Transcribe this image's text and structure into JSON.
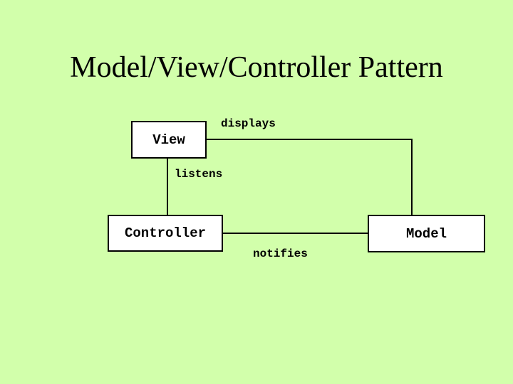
{
  "slide": {
    "title": "Model/View/Controller Pattern",
    "background_color": "#d2ffab",
    "text_color": "#000000",
    "box_fill_color": "#ffffff",
    "box_border_color": "#000000"
  },
  "diagram": {
    "nodes": [
      {
        "id": "view",
        "label": "View"
      },
      {
        "id": "controller",
        "label": "Controller"
      },
      {
        "id": "model",
        "label": "Model"
      }
    ],
    "edges": [
      {
        "id": "displays",
        "label": "displays",
        "from": "view",
        "to": "model"
      },
      {
        "id": "listens",
        "label": "listens",
        "from": "view",
        "to": "controller"
      },
      {
        "id": "notifies",
        "label": "notifies",
        "from": "controller",
        "to": "model"
      }
    ]
  }
}
